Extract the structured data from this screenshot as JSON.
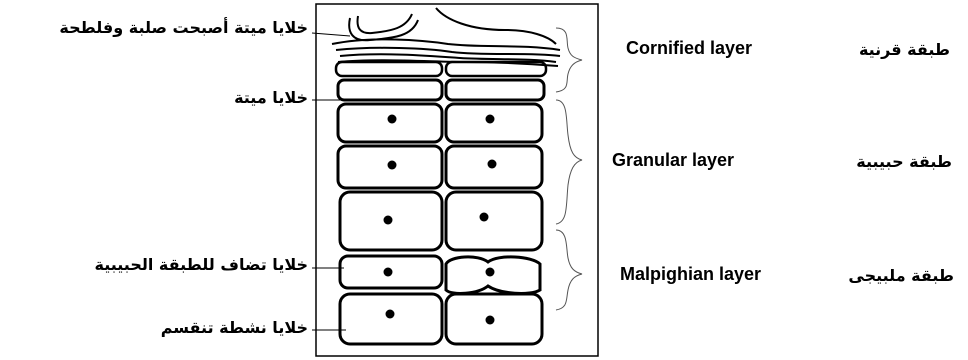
{
  "left_labels": [
    "خلايا ميتة أصبحت صلبة وفلطحة",
    "خلايا ميتة",
    "خلايا تضاف للطبقة الحبيبية",
    "خلايا نشطة تنقسم"
  ],
  "layers": [
    {
      "english": "Cornified layer",
      "arabic": "طبقة قرنية"
    },
    {
      "english": "Granular layer",
      "arabic": "طبقة حبيبية"
    },
    {
      "english": "Malpighian layer",
      "arabic": "طبقة ملبيجى"
    }
  ]
}
